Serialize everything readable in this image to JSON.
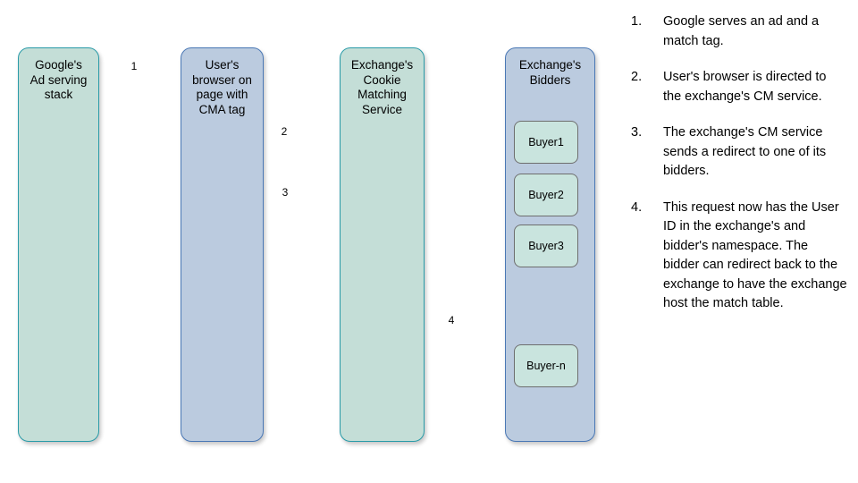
{
  "diagram": {
    "title": "Cookie matching flow between Google ad serving and an exchange",
    "colors": {
      "green_fill": "#c4ded7",
      "green_border": "#2a9ba8",
      "blue_fill": "#bbcbdf",
      "blue_border": "#4a78b5",
      "buyer_fill": "#c9e4de",
      "buyer_border": "#6e6e6e",
      "arrow": "#1796a6",
      "text": "#000000",
      "background": "#ffffff"
    },
    "lanes": [
      {
        "id": "google",
        "label": "Google's\nAd serving\nstack",
        "fill": "green"
      },
      {
        "id": "browser",
        "label": "User's\nbrowser on\npage with\nCMA tag",
        "fill": "blue"
      },
      {
        "id": "cms",
        "label": "Exchange's\nCookie\nMatching\nService",
        "fill": "green"
      },
      {
        "id": "bidders",
        "label": "Exchange's\nBidders",
        "fill": "blue"
      }
    ],
    "buyers": [
      {
        "id": "buyer-1",
        "label": "Buyer1"
      },
      {
        "id": "buyer-2",
        "label": "Buyer2"
      },
      {
        "id": "buyer-3",
        "label": "Buyer3"
      },
      {
        "id": "buyer-n",
        "label": "Buyer-n"
      }
    ],
    "arrows": [
      {
        "id": "arrow-1",
        "label": "1",
        "from": "google",
        "to": "browser",
        "direction": "right"
      },
      {
        "id": "arrow-2",
        "label": "2",
        "from": "browser",
        "to": "cms",
        "direction": "right"
      },
      {
        "id": "arrow-3",
        "label": "3",
        "from": "cms",
        "to": "browser",
        "direction": "left"
      },
      {
        "id": "arrow-4",
        "label": "4",
        "from": "cms",
        "to": "bidders",
        "direction": "right"
      }
    ]
  },
  "steps": [
    {
      "num": "1.",
      "text": "Google serves an ad and a match tag."
    },
    {
      "num": "2.",
      "text": "User's browser is directed to the exchange's CM service."
    },
    {
      "num": "3.",
      "text": "The exchange's CM service sends a redirect to one of its bidders."
    },
    {
      "num": "4.",
      "text": "This request now has the User ID in the exchange's and bidder's namespace. The bidder can redirect back to the exchange to have the exchange host the match table."
    }
  ]
}
